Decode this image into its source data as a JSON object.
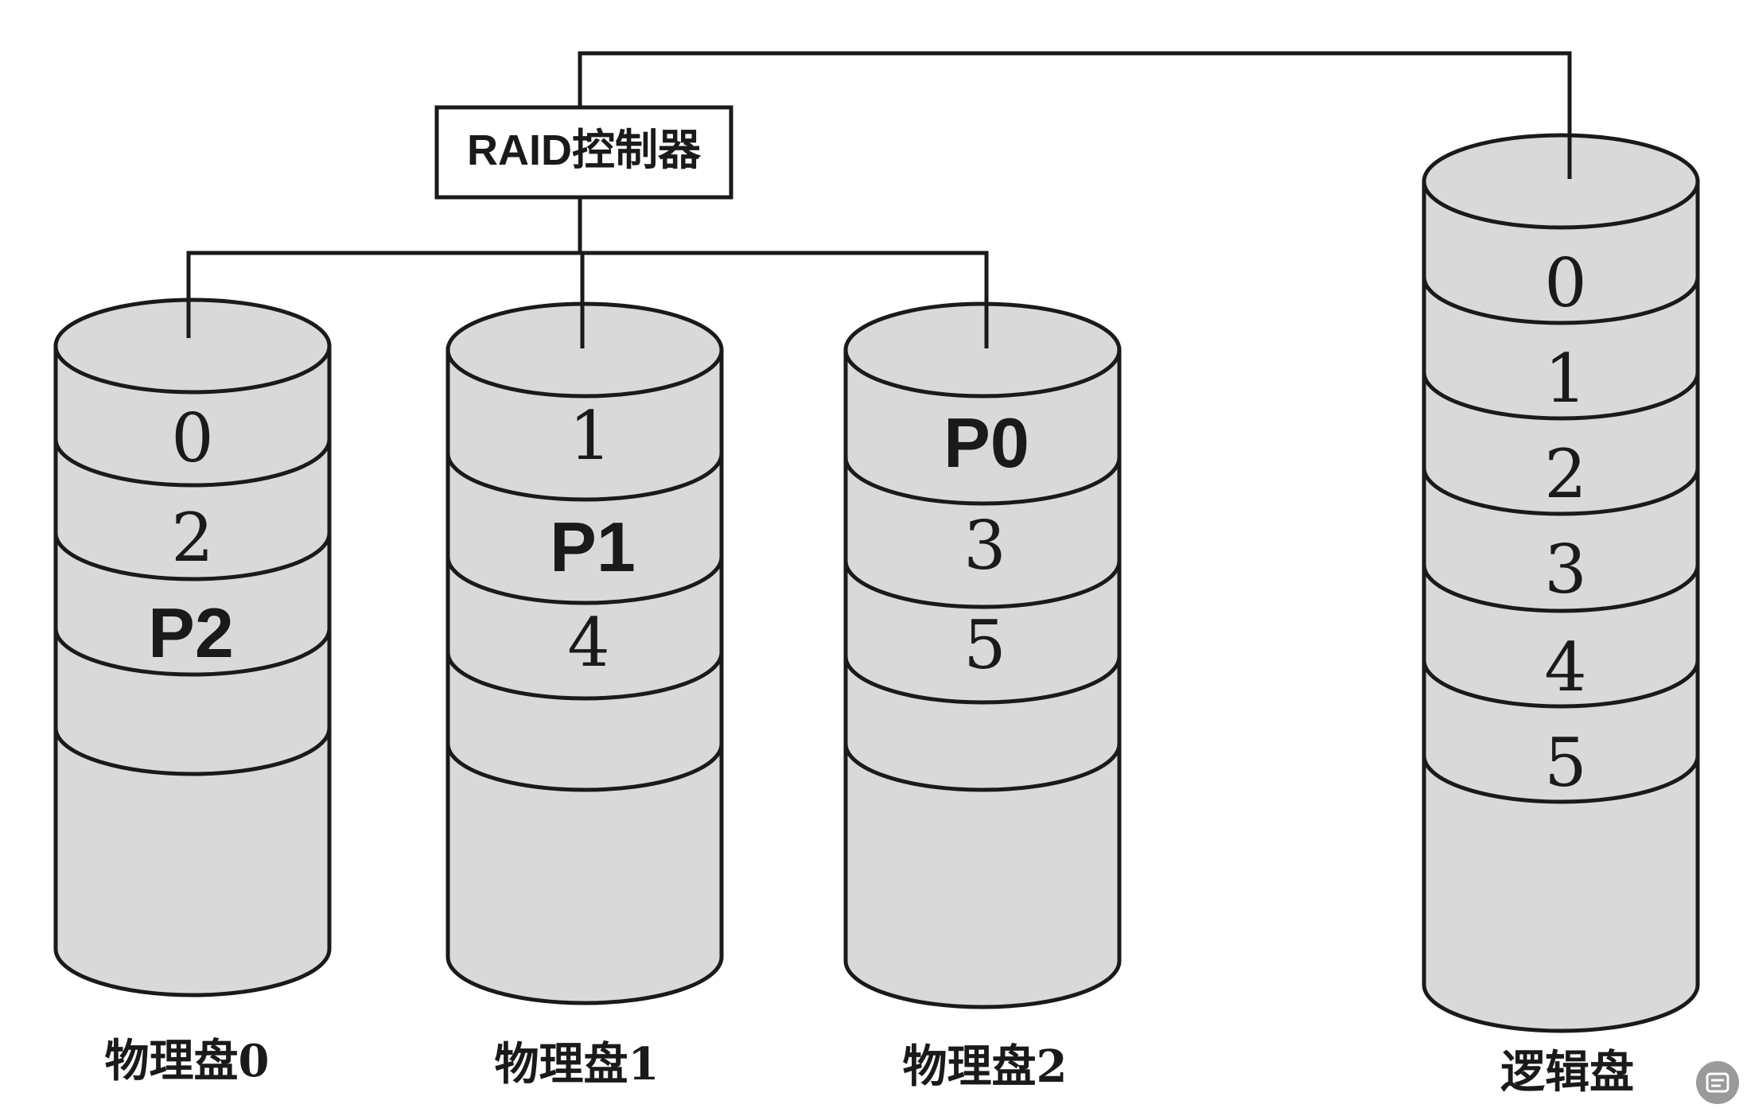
{
  "controller": {
    "label": "RAID控制器"
  },
  "disks": [
    {
      "id": "disk0",
      "caption": "物理盘0",
      "blocks": [
        "0",
        "2",
        "P2",
        ""
      ]
    },
    {
      "id": "disk1",
      "caption": "物理盘1",
      "blocks": [
        "1",
        "P1",
        "4",
        ""
      ]
    },
    {
      "id": "disk2",
      "caption": "物理盘2",
      "blocks": [
        "P0",
        "3",
        "5",
        ""
      ]
    }
  ],
  "logical": {
    "caption": "逻辑盘",
    "blocks": [
      "0",
      "1",
      "2",
      "3",
      "4",
      "5"
    ]
  },
  "colors": {
    "fill": "#d9d9d9",
    "stroke": "#1a1a1a",
    "background": "#ffffff"
  }
}
